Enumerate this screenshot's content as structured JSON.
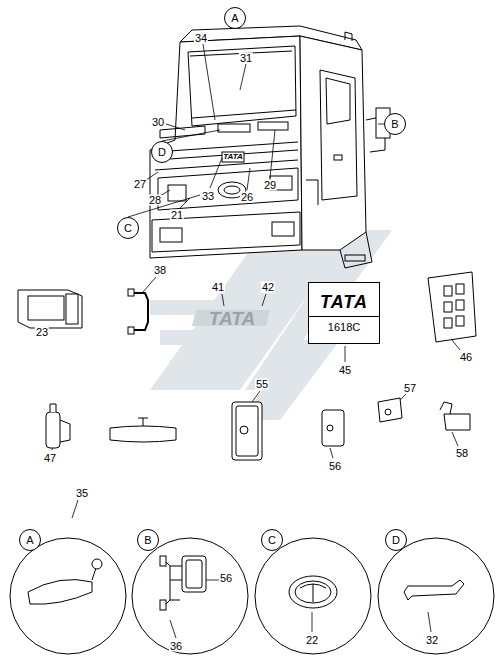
{
  "diagram": {
    "nodes": [
      {
        "text": [
          "A"
        ]
      },
      {
        "text": [
          "B"
        ]
      },
      {
        "text": [
          "D"
        ]
      },
      {
        "text": [
          "C"
        ]
      },
      {
        "text": [
          "TATA",
          "1618C"
        ]
      },
      {
        "text": [
          "A"
        ]
      },
      {
        "text": [
          "B"
        ]
      },
      {
        "text": [
          "C"
        ]
      },
      {
        "text": [
          "D"
        ]
      }
    ],
    "labels": [
      "34",
      "31",
      "30",
      "TATA",
      "27",
      "28",
      "21",
      "33",
      "26",
      "29",
      "23",
      "38",
      "41",
      "42",
      "TATA",
      "45",
      "46",
      "47",
      "55",
      "56",
      "57",
      "58",
      "35",
      "36",
      "56",
      "22",
      "32"
    ]
  }
}
